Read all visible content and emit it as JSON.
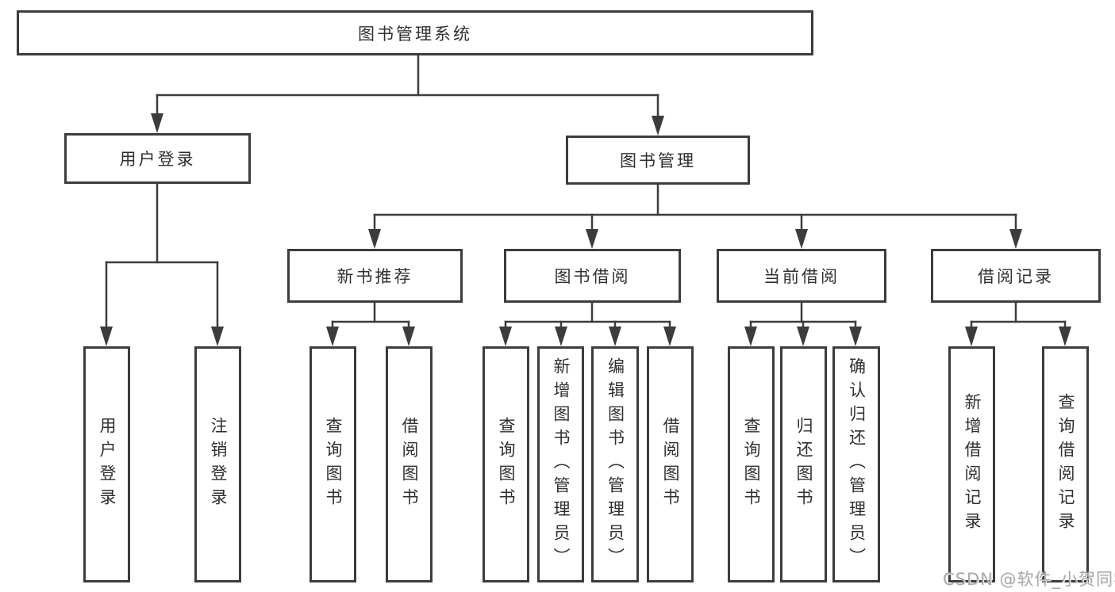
{
  "tree": {
    "root": "图书管理系统",
    "l2": [
      {
        "label": "用户登录"
      },
      {
        "label": "图书管理"
      }
    ],
    "l3": [
      {
        "label": "新书推荐"
      },
      {
        "label": "图书借阅"
      },
      {
        "label": "当前借阅"
      },
      {
        "label": "借阅记录"
      }
    ],
    "leaves": {
      "login": [
        "用户登录",
        "注销登录"
      ],
      "recommend": [
        "查询图书",
        "借阅图书"
      ],
      "borrow": [
        "查询图书",
        "新增图书（管理员）",
        "编辑图书（管理员）",
        "借阅图书"
      ],
      "current": [
        "查询图书",
        "归还图书",
        "确认归还（管理员）"
      ],
      "records": [
        "新增借阅记录",
        "查询借阅记录"
      ]
    }
  },
  "watermark": "CSDN @软件_小贺同学",
  "colors": {
    "line": "#3c3c3c",
    "text": "#303030",
    "background": "#ffffff",
    "watermark": "#a9a9a9"
  }
}
